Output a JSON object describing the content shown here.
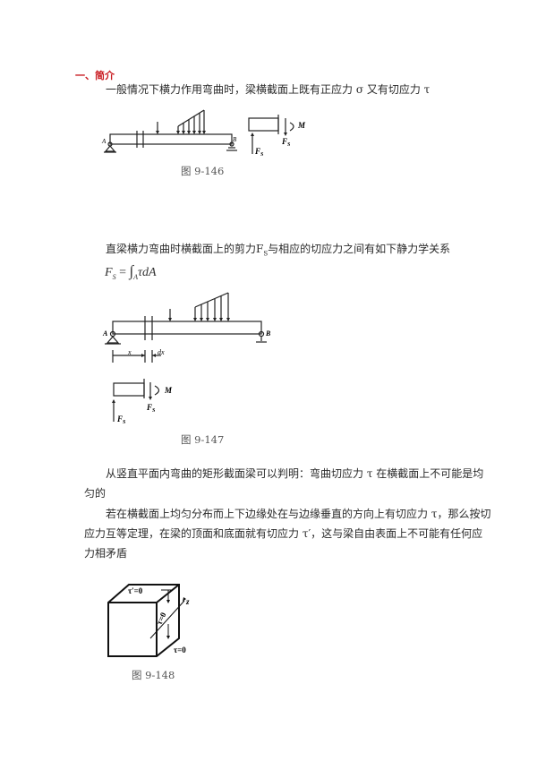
{
  "section": {
    "heading": "一、简介"
  },
  "paragraphs": {
    "p1": "一般情况下横力作用弯曲时，梁横截面上既有正应力 σ 又有切应力 τ",
    "p2": "直梁横力弯曲时横截面上的剪力F",
    "p2_sub": "S",
    "p2_rest": "与相应的切应力之间有如下静力学关系",
    "p3_line1": "从竖直平面内弯曲的矩形截面梁可以判明：弯曲切应力 τ 在横截面上不可能是均",
    "p3_line2": "匀的",
    "p4_line1": "若在横截面上均匀分布而上下边缘处在与边缘垂直的方向上有切应力 τ，那么按切",
    "p4_line2": "应力互等定理，在梁的顶面和底面就有切应力 τ′，这与梁自由表面上不可能有任何应",
    "p4_line3": "力相矛盾"
  },
  "formula": {
    "lhs": "F",
    "lhs_sub": "S",
    "eq": " = ",
    "integral": "∫",
    "domain": "A",
    "integrand": "τdA"
  },
  "figures": [
    {
      "caption": "图 9-146",
      "labels": {
        "left_support": "A",
        "right_support": "B",
        "moment": "M",
        "shear_top": "F",
        "shear_top_sub": "S",
        "shear_bottom": "F",
        "shear_bottom_sub": "S"
      }
    },
    {
      "caption": "图 9-147",
      "labels": {
        "left_support": "A",
        "right_support": "B",
        "x": "x",
        "dx": "dx",
        "moment": "M",
        "shear_top": "F",
        "shear_top_sub": "S",
        "shear_bottom": "F",
        "shear_bottom_sub": "S"
      }
    },
    {
      "caption": "图 9-148",
      "labels": {
        "top_face": "τ′=0",
        "side": "τ=0",
        "bottom": "τ=0",
        "axis": "z"
      }
    }
  ]
}
